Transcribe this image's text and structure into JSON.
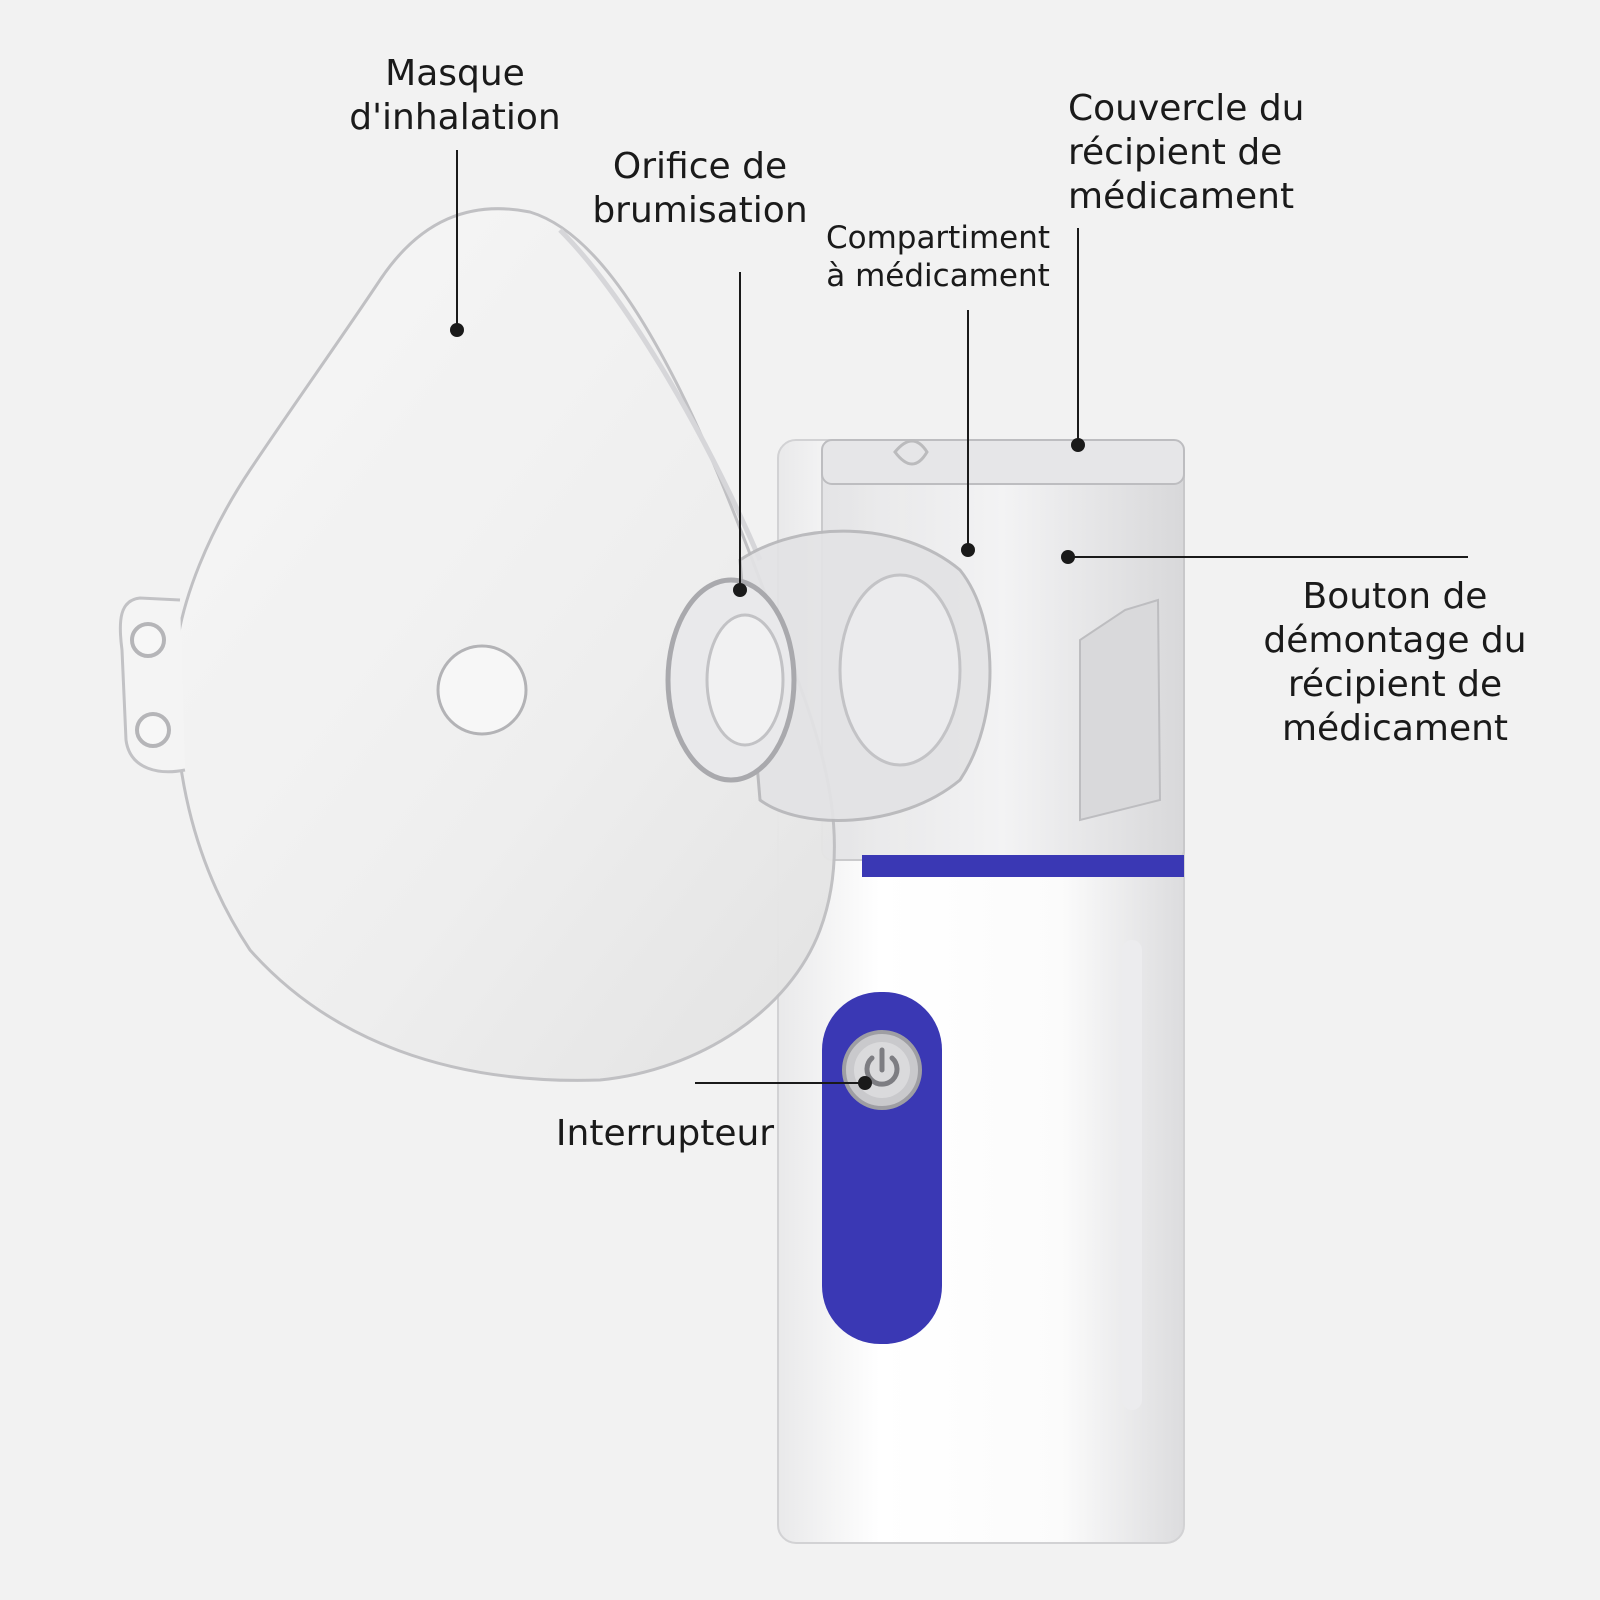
{
  "labels": {
    "mask": "Masque\nd'inhalation",
    "mist_outlet": "Orifice de\nbrumisation",
    "compartment": "Compartiment\nà médicament",
    "lid": "Couvercle du\nrécipient de\nmédicament",
    "release_button": "Bouton de\ndémontage du\nrécipient de\nmédicament",
    "switch": "Interrupteur"
  },
  "colors": {
    "background": "#f2f2f2",
    "accent": "#3a38b4",
    "body": "#ffffff",
    "leader": "#1a1a1a"
  }
}
